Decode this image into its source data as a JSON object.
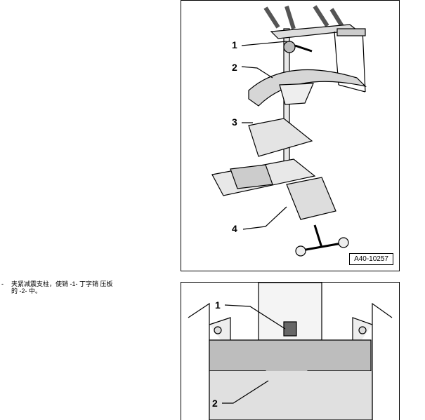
{
  "instruction": {
    "dash": "-",
    "line1": "夹紧减震支柱，使销  -1-  丁字销    压板",
    "line2": "的    -2- 中。"
  },
  "figure1": {
    "callouts": [
      "1",
      "2",
      "3",
      "4"
    ],
    "reference": "A40-10257"
  },
  "figure2": {
    "callouts": [
      "1",
      "2"
    ]
  }
}
